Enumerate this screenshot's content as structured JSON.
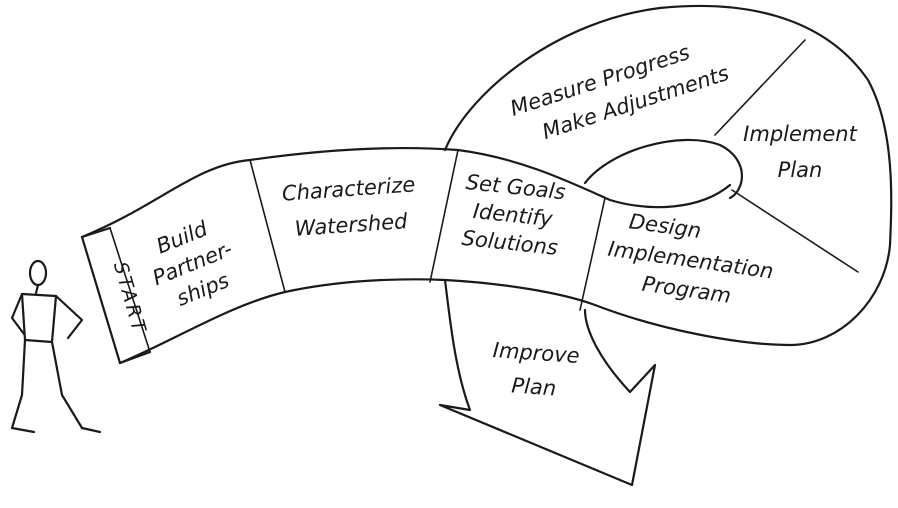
{
  "diagram": {
    "start_label": "START",
    "steps": [
      {
        "id": "build",
        "lines": [
          "Build",
          "Partner-",
          "ships"
        ]
      },
      {
        "id": "characterize",
        "lines": [
          "Characterize",
          "Watershed"
        ]
      },
      {
        "id": "set-goals",
        "lines": [
          "Set Goals",
          "Identify",
          "Solutions"
        ]
      },
      {
        "id": "design",
        "lines": [
          "Design",
          "Implementation",
          "Program"
        ]
      },
      {
        "id": "implement",
        "lines": [
          "Implement",
          "Plan"
        ]
      },
      {
        "id": "measure",
        "lines": [
          "Measure Progress",
          "Make Adjustments"
        ]
      }
    ],
    "improve_lines": [
      "Improve",
      "Plan"
    ]
  }
}
